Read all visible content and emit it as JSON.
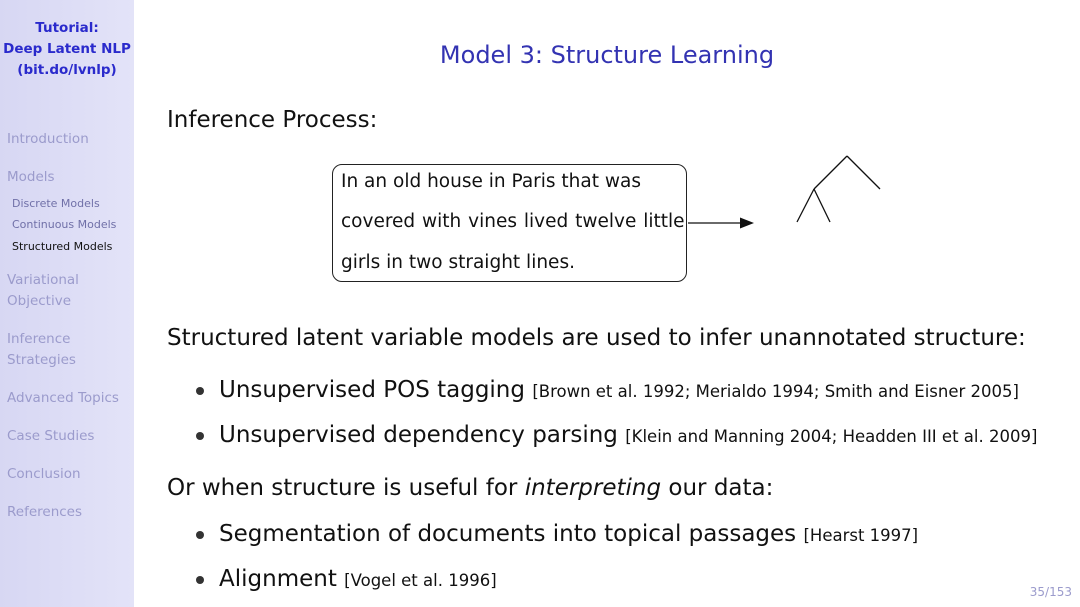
{
  "sidebar": {
    "title_lines": [
      "Tutorial:",
      "Deep Latent NLP",
      "(bit.do/lvnlp)"
    ],
    "sections": {
      "introduction": "Introduction",
      "models": "Models",
      "discrete_models": "Discrete Models",
      "continuous_models": "Continuous Models",
      "structured_models": "Structured Models",
      "variational_1": "Variational",
      "variational_2": "Objective",
      "inference_1": "Inference",
      "inference_2": "Strategies",
      "advanced_topics": "Advanced Topics",
      "case_studies": "Case Studies",
      "conclusion": "Conclusion",
      "references": "References"
    },
    "active_subsection": "Structured Models"
  },
  "slide": {
    "title": "Model 3: Structure Learning",
    "inference_heading": "Inference Process:",
    "box_lines": [
      "In an old house in Paris that was",
      "covered with vines lived twelve little",
      "girls in two straight lines."
    ],
    "structured_intro": "Structured latent variable models are used to infer unannotated structure:",
    "bullets_1": [
      {
        "text": "Unsupervised POS tagging",
        "cite": "[Brown et al. 1992; Merialdo 1994; Smith and Eisner 2005]"
      },
      {
        "text": "Unsupervised dependency parsing",
        "cite": "[Klein and Manning 2004; Headden III et al. 2009]"
      }
    ],
    "or_when_pre": "Or when structure is useful for ",
    "or_when_em": "interpreting",
    "or_when_post": " our data:",
    "bullets_2": [
      {
        "text": "Segmentation of documents into topical passages",
        "cite": "[Hearst 1997]"
      },
      {
        "text": "Alignment",
        "cite": "[Vogel et al. 1996]"
      }
    ],
    "page_number": "35/153"
  },
  "colors": {
    "sidebar_bg": "#d7d7f3",
    "title_blue": "#3333b2",
    "sidebar_inactive": "#9b9bcc"
  }
}
